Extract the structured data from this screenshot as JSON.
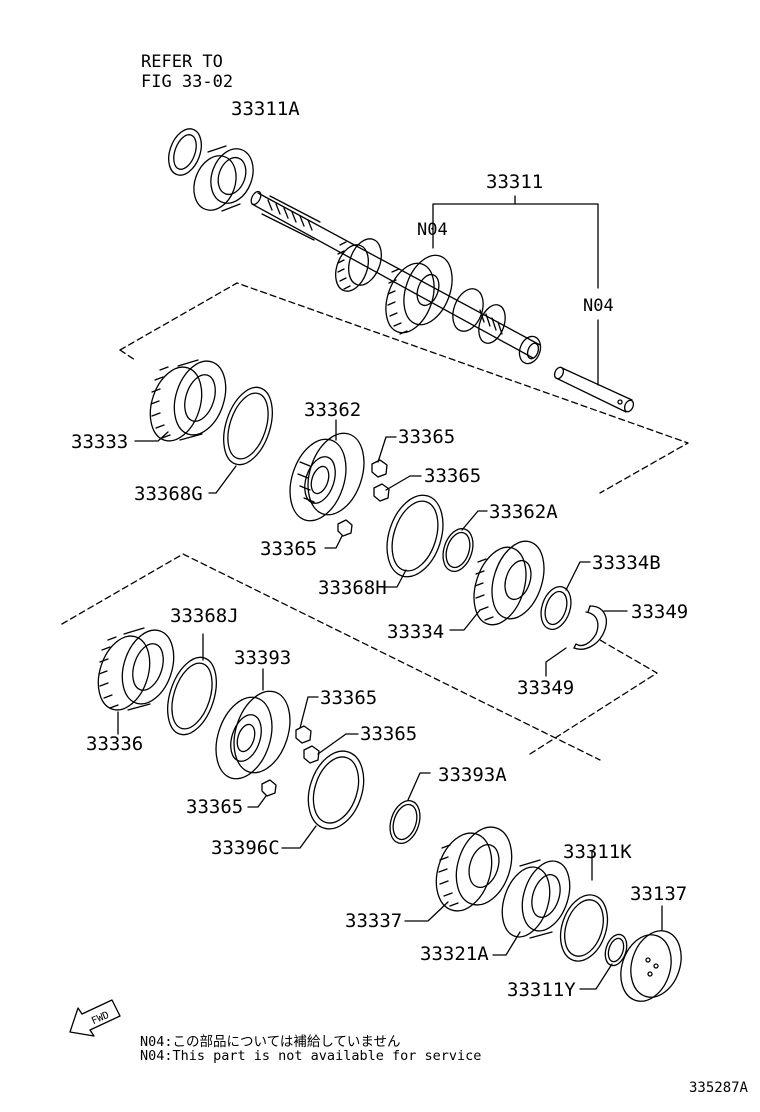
{
  "reference": {
    "line1": "REFER TO",
    "line2": "FIG 33-02"
  },
  "labels": {
    "p33311A": "33311A",
    "p33311": "33311",
    "n04_top": "N04",
    "n04_right": "N04",
    "p33333": "33333",
    "p33368G": "33368G",
    "p33362": "33362",
    "p33365_a": "33365",
    "p33365_b": "33365",
    "p33365_c": "33365",
    "p33362A": "33362A",
    "p33368H": "33368H",
    "p33334B": "33334B",
    "p33349_a": "33349",
    "p33334": "33334",
    "p33349_b": "33349",
    "p33368J": "33368J",
    "p33393": "33393",
    "p33336": "33336",
    "p33365_d": "33365",
    "p33365_e": "33365",
    "p33365_f": "33365",
    "p33393A": "33393A",
    "p33396C": "33396C",
    "p33311K": "33311K",
    "p33137": "33137",
    "p33337": "33337",
    "p33321A": "33321A",
    "p33311Y": "33311Y"
  },
  "fwd_label": "FWD",
  "notes": {
    "jp": "N04:この部品については補給していません",
    "en": "N04:This part is not available for service"
  },
  "figure_id": "335287A"
}
